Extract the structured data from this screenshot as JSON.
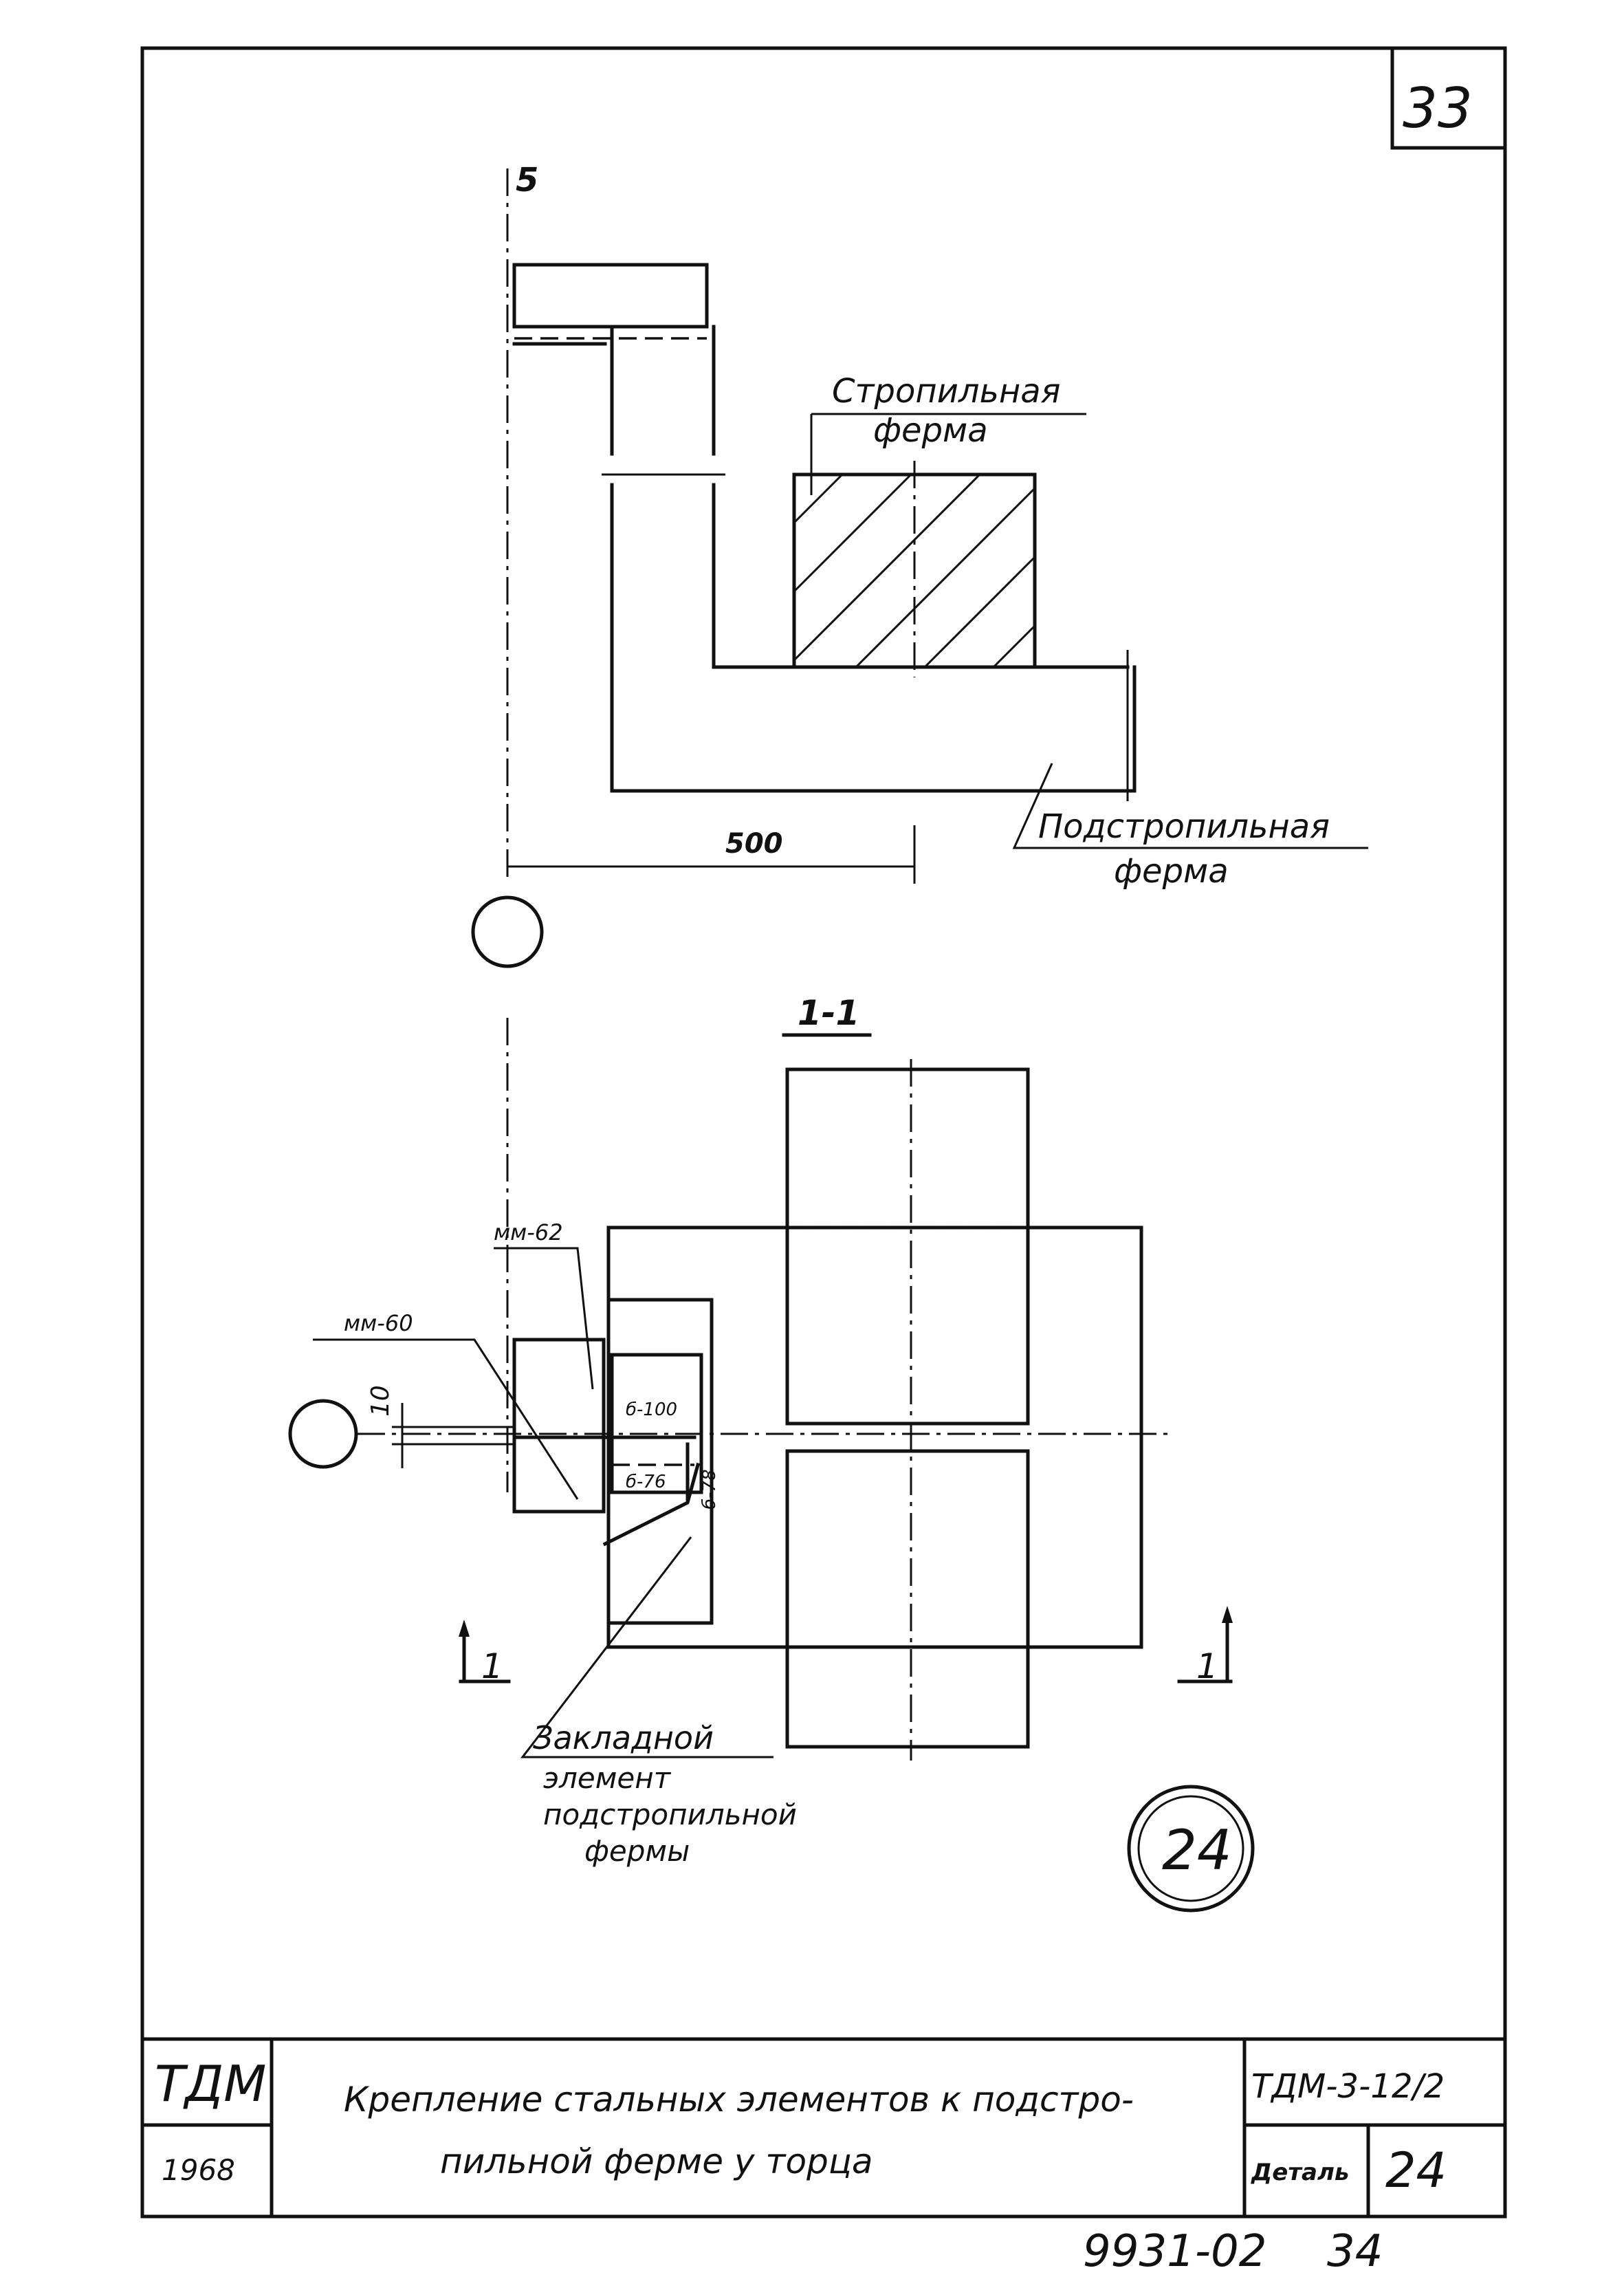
{
  "sheet_number": "33",
  "section_marker": "5",
  "labels": {
    "rafter_truss_line1": "Стропильная",
    "rafter_truss_line2": "ферма",
    "sub_rafter_truss_line1": "Подстропильная",
    "sub_rafter_truss_line2": "ферма",
    "dimension_500": "500",
    "section_title": "1-1",
    "mm62": "мм-62",
    "mm60": "мм-60",
    "dim_10": "10",
    "weld_b100": "б-100",
    "weld_b76": "б-76",
    "weld_b78": "б-78",
    "section_cut_left": "1",
    "section_cut_right": "1",
    "embedded_line1": "Закладной",
    "embedded_line2": "элемент",
    "embedded_line3": "подстропильной",
    "embedded_line4": "фермы",
    "detail_circle": "24"
  },
  "title_block": {
    "org": "ТДМ",
    "year": "1968",
    "title_line1": "Крепление стальных элементов к подстро-",
    "title_line2": "пильной ферме у торца",
    "doc_code": "ТДМ-3-12/2",
    "detail_label": "Деталь",
    "detail_number": "24"
  },
  "footer": {
    "archive_number": "9931-02",
    "page": "34"
  }
}
